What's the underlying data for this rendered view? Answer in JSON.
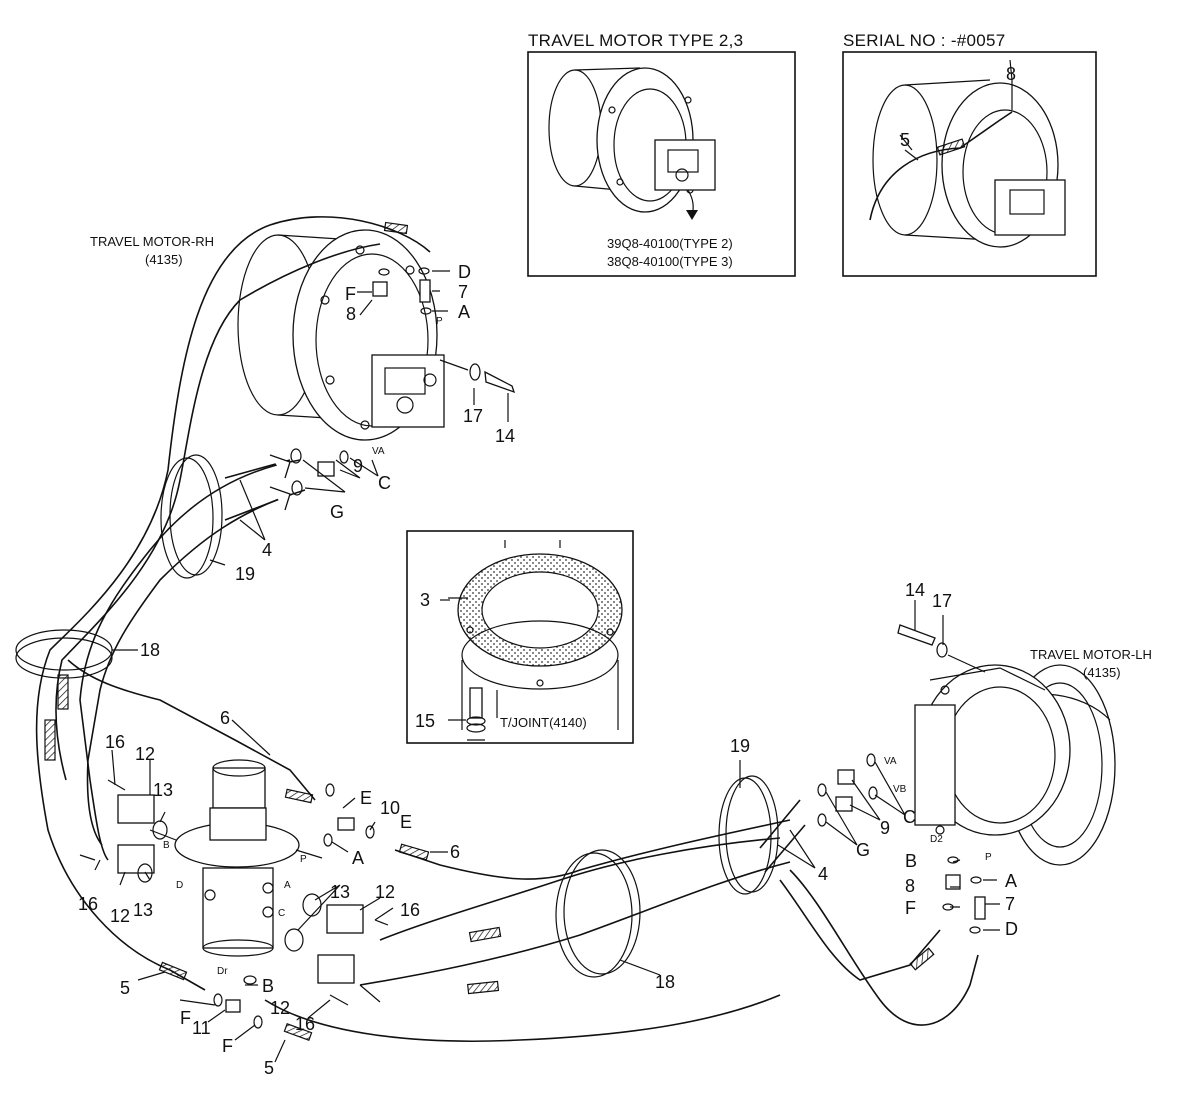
{
  "insets": {
    "type_title": "TRAVEL MOTOR TYPE 2,3",
    "type_part_a": "39Q8-40100(TYPE 2)",
    "type_part_b": "38Q8-40100(TYPE 3)",
    "serial_title": "SERIAL NO : -#0057",
    "joint_label": "T/JOINT(4140)"
  },
  "motors": {
    "rh_name": "TRAVEL MOTOR-RH",
    "rh_code": "(4135)",
    "lh_name": "TRAVEL MOTOR-LH",
    "lh_code": "(4135)"
  },
  "callouts": {
    "n3": "3",
    "n4": "4",
    "n5": "5",
    "n6": "6",
    "n7": "7",
    "n8": "8",
    "n9": "9",
    "n10": "10",
    "n11": "11",
    "n12": "12",
    "n13": "13",
    "n14": "14",
    "n15": "15",
    "n16": "16",
    "n17": "17",
    "n18": "18",
    "n19": "19",
    "A": "A",
    "B": "B",
    "C": "C",
    "D": "D",
    "E": "E",
    "F": "F",
    "G": "G"
  },
  "port_marks": {
    "P": "P",
    "VA": "VA",
    "VB": "VB",
    "D2": "D2",
    "Dr": "Dr",
    "A": "A",
    "B": "B",
    "C": "C",
    "D": "D"
  }
}
